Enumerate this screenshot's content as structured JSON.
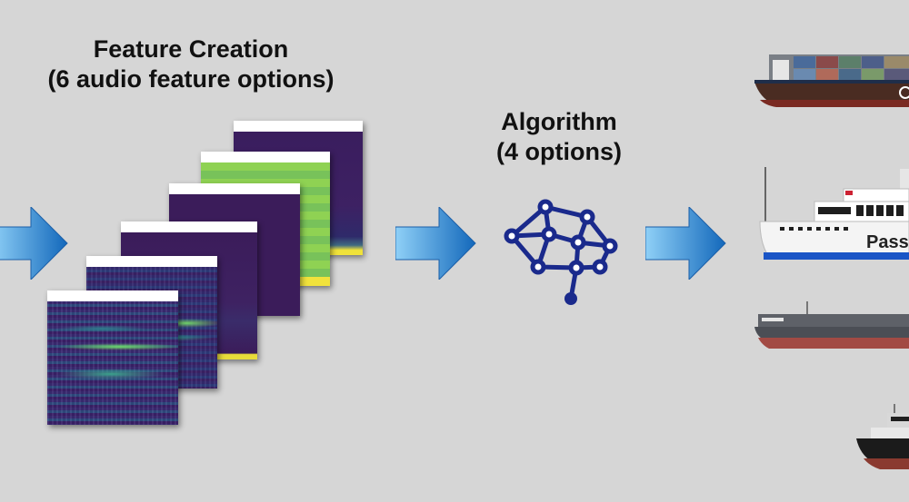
{
  "feature_creation": {
    "title": "Feature Creation",
    "subtitle": "(6 audio feature options)"
  },
  "algorithm": {
    "title": "Algorithm",
    "subtitle": "(4 options)"
  },
  "ship_hull_text": {
    "passenger": "Pass"
  },
  "colors": {
    "background": "#d6d6d6",
    "arrow_light": "#7cc2ef",
    "arrow_dark": "#1670c0",
    "network_icon": "#1a2a8c",
    "spectrogram_dark": "#3b1c5a",
    "spectrogram_green": "#7ed957",
    "spectrogram_yellow": "#f3e53a"
  },
  "icons": [
    "flow-arrow-icon",
    "neural-network-icon"
  ]
}
